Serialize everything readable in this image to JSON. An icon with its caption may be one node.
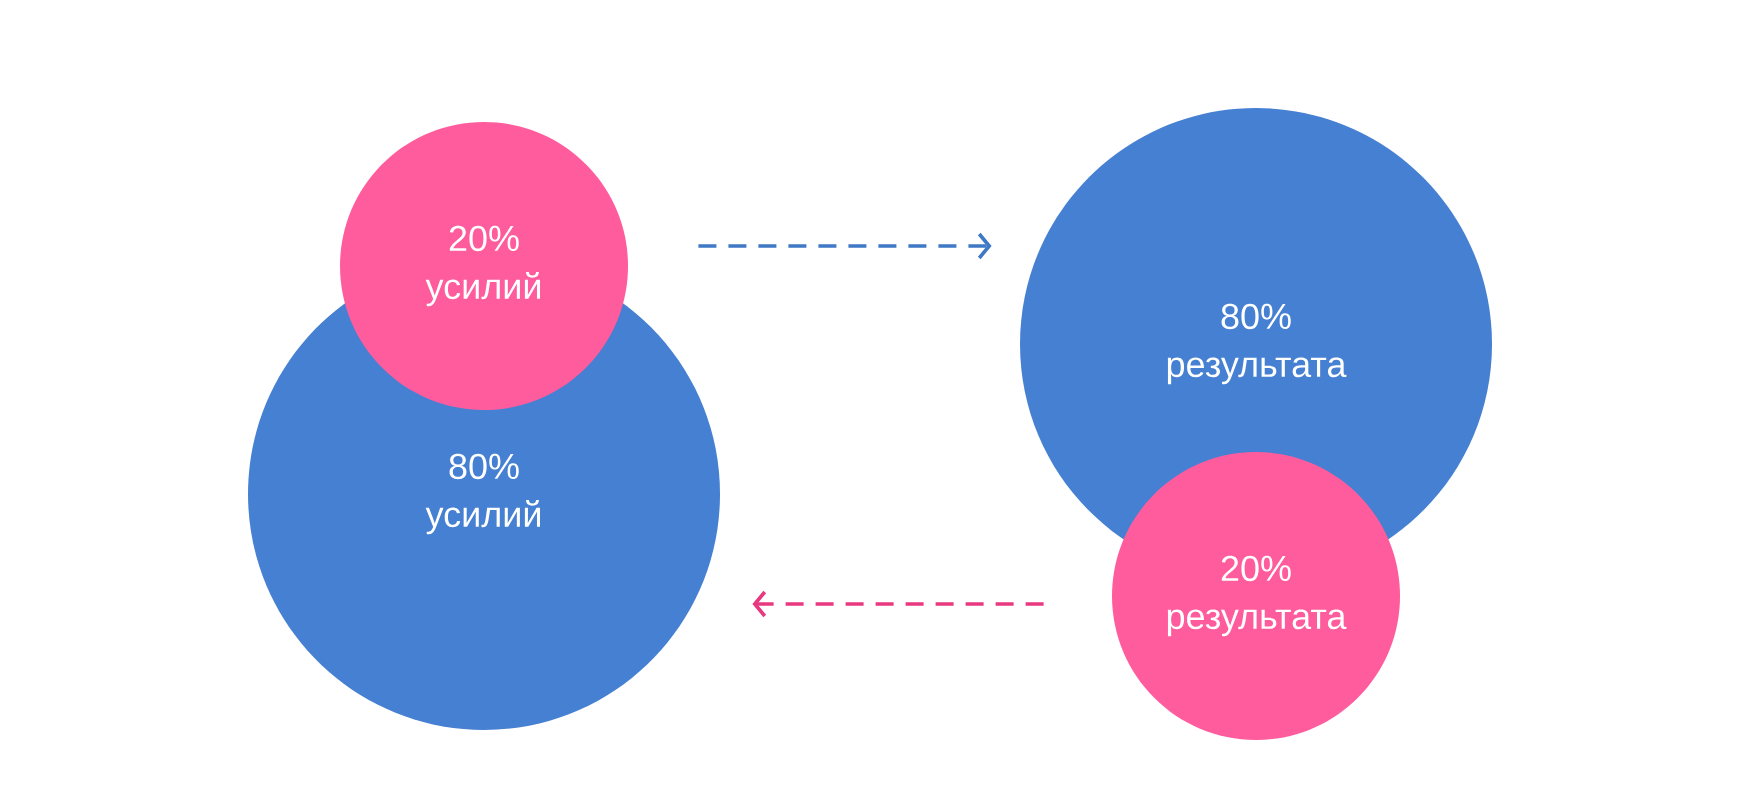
{
  "diagram": {
    "nodes": [
      {
        "text": [
          "20% усилий"
        ]
      },
      {
        "text": [
          "80% усилий"
        ]
      },
      {
        "text": [
          "80% результата"
        ]
      },
      {
        "text": [
          "20% результата"
        ]
      }
    ],
    "edges": [
      {
        "from": 0,
        "to": 2,
        "arrow": "to",
        "style": "dashed",
        "color": "#3f78c4"
      },
      {
        "from": 3,
        "to": 1,
        "arrow": "to",
        "style": "dashed",
        "color": "#e8387f"
      }
    ]
  }
}
